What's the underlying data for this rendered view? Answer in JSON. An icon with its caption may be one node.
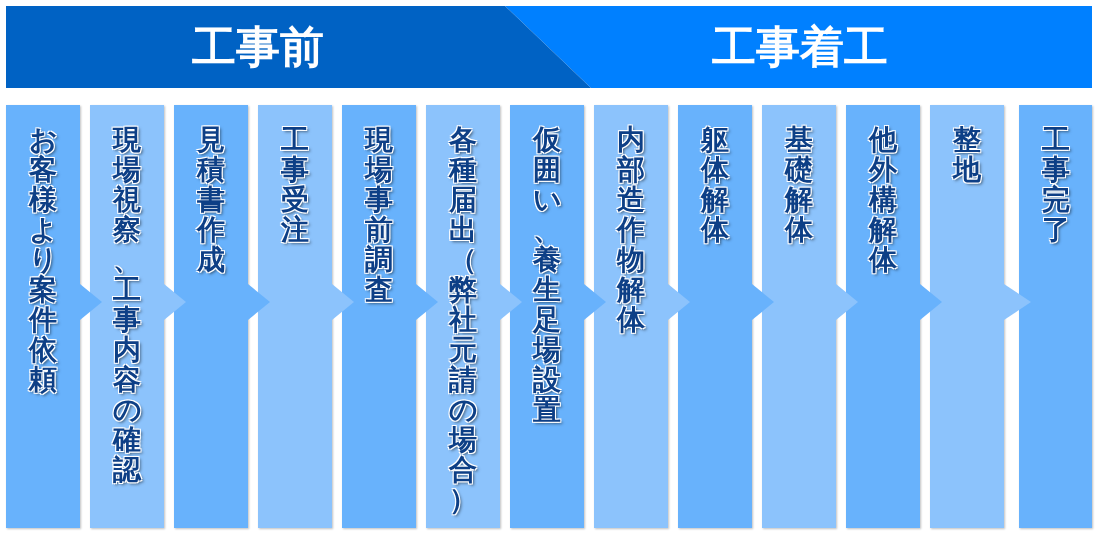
{
  "diagram": {
    "nodes": [
      {
        "text": [
          "工事前"
        ]
      },
      {
        "text": [
          "工事着工"
        ]
      },
      {
        "text": [
          "お客様より案件依頼"
        ]
      },
      {
        "text": [
          "現場視察、工事内容の確認"
        ]
      },
      {
        "text": [
          "見積書作成"
        ]
      },
      {
        "text": [
          "工事受注"
        ]
      },
      {
        "text": [
          "現場事前調査"
        ]
      },
      {
        "text": [
          "各種届出（弊社元請の場合）"
        ]
      },
      {
        "text": [
          "仮囲い、養生足場設置"
        ]
      },
      {
        "text": [
          "内部造作物解体"
        ]
      },
      {
        "text": [
          "躯体解体"
        ]
      },
      {
        "text": [
          "基礎解体"
        ]
      },
      {
        "text": [
          "他外構解体"
        ]
      },
      {
        "text": [
          "整地"
        ]
      },
      {
        "text": [
          "工事完了"
        ]
      }
    ],
    "edges": [
      {
        "from": 2,
        "to": 3,
        "arrow": "to"
      },
      {
        "from": 3,
        "to": 4,
        "arrow": "to"
      },
      {
        "from": 4,
        "to": 5,
        "arrow": "to"
      },
      {
        "from": 5,
        "to": 6,
        "arrow": "to"
      },
      {
        "from": 6,
        "to": 7,
        "arrow": "to"
      },
      {
        "from": 7,
        "to": 8,
        "arrow": "to"
      },
      {
        "from": 8,
        "to": 9,
        "arrow": "to"
      },
      {
        "from": 9,
        "to": 10,
        "arrow": "to"
      },
      {
        "from": 10,
        "to": 11,
        "arrow": "to"
      },
      {
        "from": 11,
        "to": 12,
        "arrow": "to"
      },
      {
        "from": 12,
        "to": 13,
        "arrow": "to"
      },
      {
        "from": 13,
        "to": 14,
        "arrow": "to"
      }
    ]
  }
}
